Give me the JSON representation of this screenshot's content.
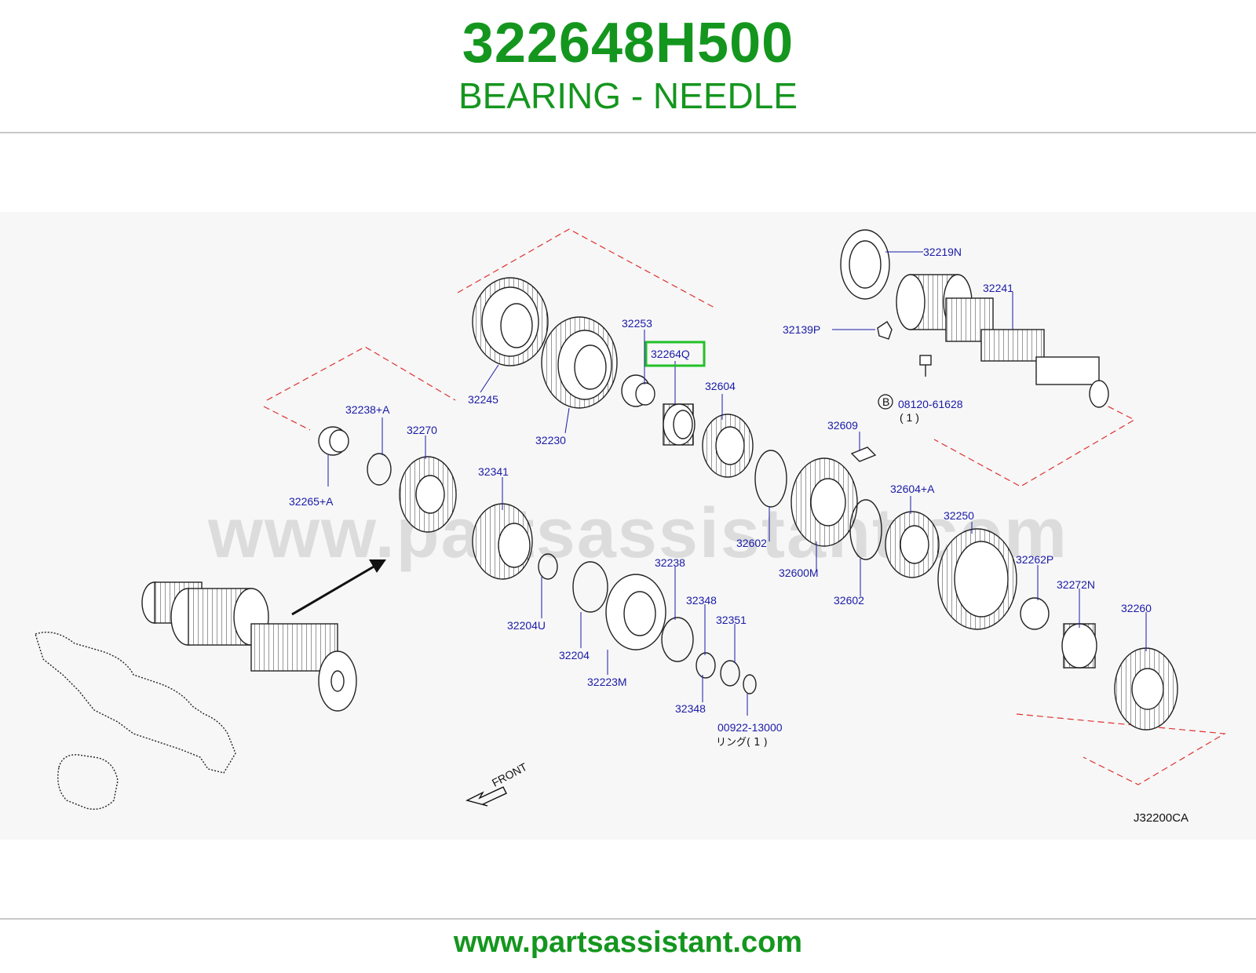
{
  "header": {
    "part_number": "322648H500",
    "part_name": "BEARING - NEEDLE"
  },
  "diagram": {
    "watermark": "www.partsassistant.com",
    "diagram_code": "J32200CA",
    "front_label": "FRONT",
    "highlighted_label": "32264Q",
    "labels": {
      "l32219N": "32219N",
      "l32241": "32241",
      "l32139P": "32139P",
      "l08120": "08120-61628",
      "l08120_qty": "( 1 )",
      "lB": "B",
      "l32253": "32253",
      "l32245": "32245",
      "l32230": "32230",
      "l32604": "32604",
      "l32609": "32609",
      "l32238A": "32238+A",
      "l32270": "32270",
      "l32265A": "32265+A",
      "l32341": "32341",
      "l32602a": "32602",
      "l32600M": "32600M",
      "l32604A": "32604+A",
      "l32250": "32250",
      "l32602b": "32602",
      "l32262P": "32262P",
      "l32272N": "32272N",
      "l32260": "32260",
      "l32238": "32238",
      "l32348a": "32348",
      "l32351": "32351",
      "l32348b": "32348",
      "l32204U": "32204U",
      "l32204": "32204",
      "l32223M": "32223M",
      "l00922": "00922-13000",
      "l00922_jp": "リング(  1  )"
    }
  },
  "footer": {
    "url": "www.partsassistant.com"
  },
  "colors": {
    "brand_green": "#14961e",
    "label_blue": "#1a1aa8",
    "highlight_green": "#22c02a",
    "dash_red": "#e03030"
  }
}
